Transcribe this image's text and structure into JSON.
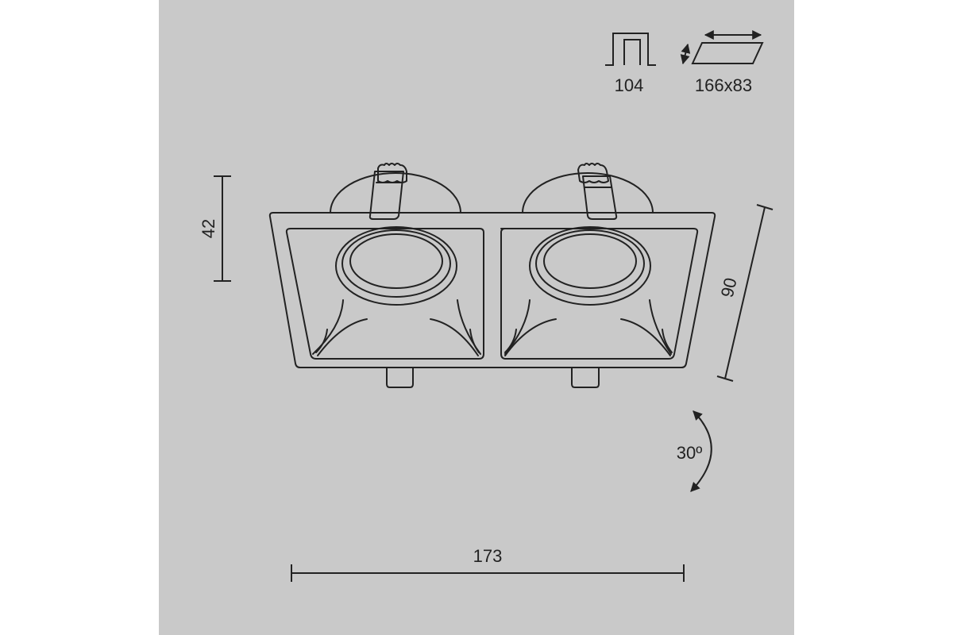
{
  "specs": {
    "recess_depth": "104",
    "cutout_size": "166x83"
  },
  "dimensions": {
    "height": "42",
    "depth": "90",
    "width": "173",
    "tilt_angle": "30º"
  },
  "colors": {
    "panel_background": "#c9c9c9",
    "page_background": "#ffffff",
    "line": "#222222"
  },
  "icons": {
    "recess_depth": "recess-depth-icon",
    "cutout_size": "cutout-size-icon",
    "tilt": "tilt-rotation-arrow-icon"
  }
}
